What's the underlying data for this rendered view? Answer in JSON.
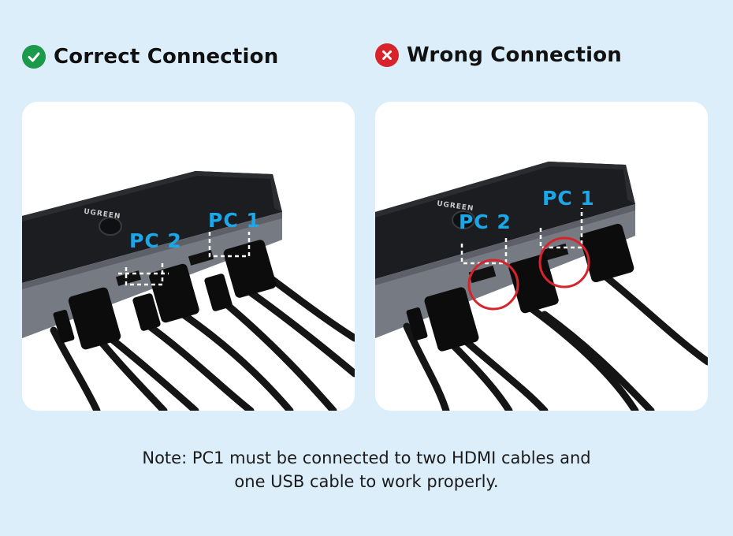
{
  "correct": {
    "title": "Correct Connection",
    "status_icon": "check-icon",
    "status_color": "#1a9a4a",
    "labels": {
      "pc1": "PC 1",
      "pc2": "PC 2"
    },
    "brand": "UGREEN"
  },
  "wrong": {
    "title": "Wrong Connection",
    "status_icon": "cross-icon",
    "status_color": "#d8232a",
    "labels": {
      "pc1": "PC 1",
      "pc2": "PC 2"
    },
    "brand": "UGREEN"
  },
  "note": {
    "line1": "Note: PC1 must be connected to two HDMI cables and",
    "line2": "one USB cable to work properly."
  },
  "colors": {
    "background": "#ddeefb",
    "pc_label": "#1aa8e8",
    "highlight_circle": "#d8232a"
  }
}
